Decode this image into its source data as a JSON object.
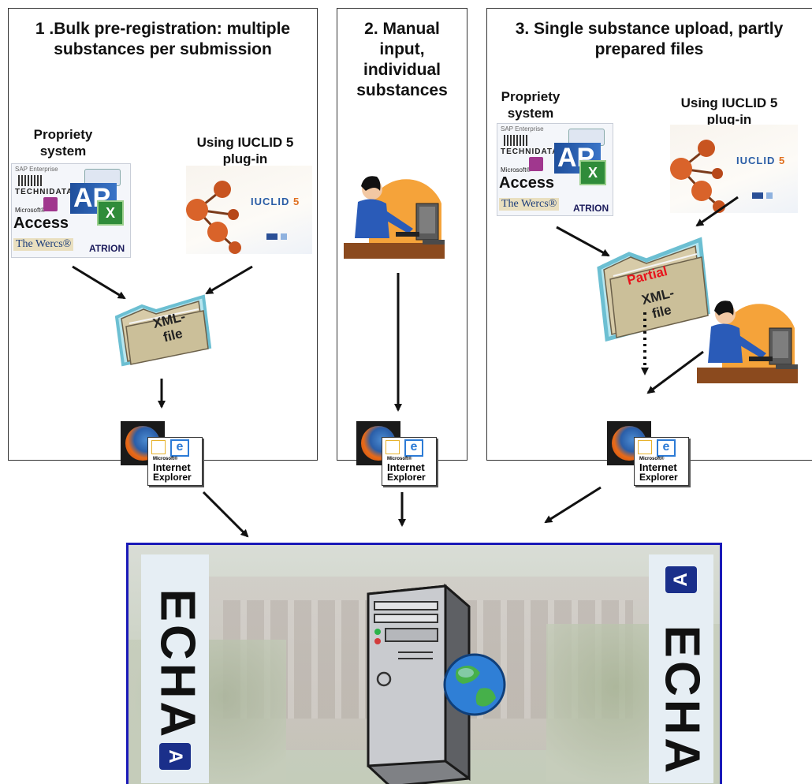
{
  "panels": [
    {
      "title": "1 .Bulk pre-registration: multiple\nsubstances per submission",
      "left_label": "Propriety\nsystem",
      "right_label": "Using IUCLID 5\nplug-in",
      "folder_label": "XML-\nfile"
    },
    {
      "title": "2. Manual\ninput,\nindividual\nsubstances"
    },
    {
      "title": "3. Single substance upload, partly\nprepared files",
      "left_label": "Propriety\nsystem",
      "right_label": "Using IUCLID 5\nplug-in",
      "folder_label_partial": "Partial",
      "folder_label": "XML-\nfile"
    }
  ],
  "software_logos": {
    "technidata": "TECHNIDATA",
    "microsoft": "Microsoft®",
    "access": "Access",
    "werCs": "The Wercs®",
    "atrion": "ATRION",
    "sap": "AP"
  },
  "iuclid": {
    "name": "IUCLID",
    "version": "5"
  },
  "browser": {
    "ie_line1": "Microsoft®",
    "ie_line2": "Internet",
    "ie_line3": "Explorer"
  },
  "echa": {
    "left": "ECHA",
    "right": "ECHA"
  },
  "colors": {
    "panel_border": "#333333",
    "server_frame": "#1a1ab8",
    "partial_label": "#e8141c",
    "iuclid_orange": "#d9632a",
    "iuclid_blue": "#2a5da6"
  }
}
